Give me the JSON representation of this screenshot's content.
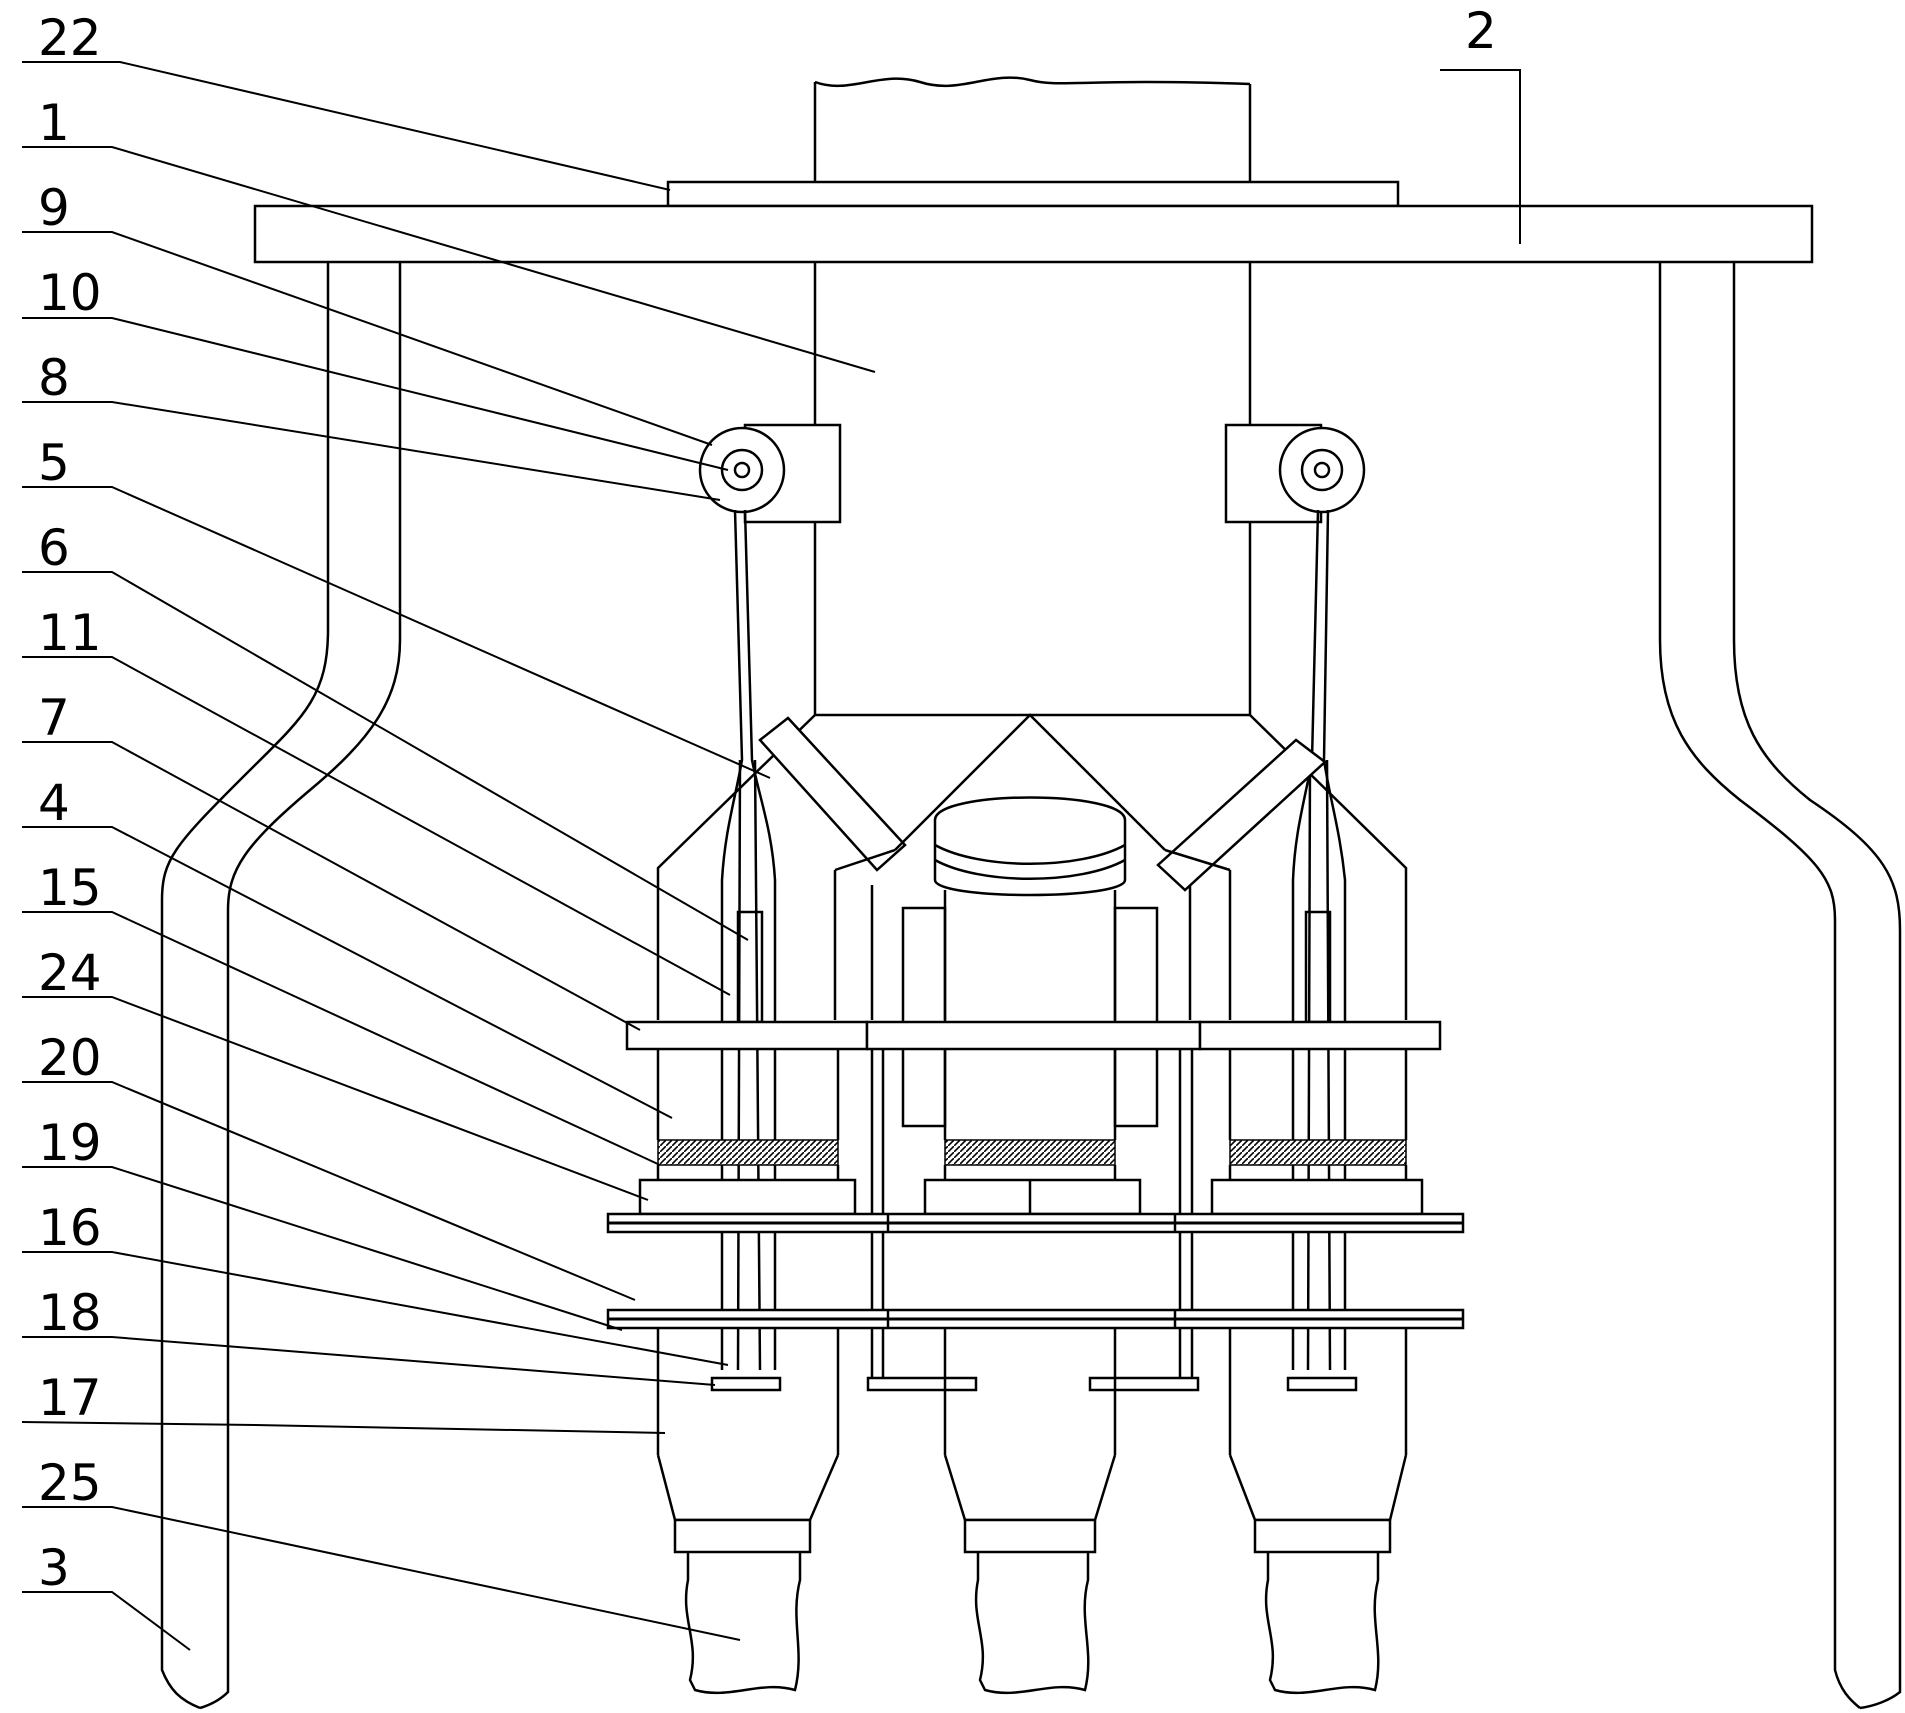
{
  "callouts": [
    {
      "id": "22"
    },
    {
      "id": "1"
    },
    {
      "id": "9"
    },
    {
      "id": "10"
    },
    {
      "id": "8"
    },
    {
      "id": "5"
    },
    {
      "id": "6"
    },
    {
      "id": "11"
    },
    {
      "id": "7"
    },
    {
      "id": "4"
    },
    {
      "id": "15"
    },
    {
      "id": "24"
    },
    {
      "id": "20"
    },
    {
      "id": "19"
    },
    {
      "id": "16"
    },
    {
      "id": "18"
    },
    {
      "id": "17"
    },
    {
      "id": "25"
    },
    {
      "id": "3"
    },
    {
      "id": "2"
    }
  ],
  "colors": {
    "stroke": "#000000",
    "background": "#ffffff"
  }
}
